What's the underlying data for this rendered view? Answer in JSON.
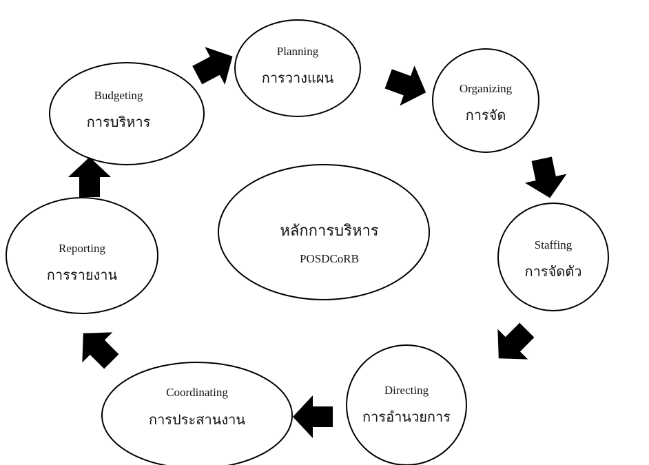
{
  "diagram": {
    "center": {
      "title_th": "หลักการบริหาร",
      "title_en": "POSDCoRB"
    },
    "nodes": [
      {
        "id": "planning",
        "en": "Planning",
        "th": "การวางแผน"
      },
      {
        "id": "organizing",
        "en": "Organizing",
        "th": "การจัด"
      },
      {
        "id": "staffing",
        "en": "Staffing",
        "th": "การจัดตัว"
      },
      {
        "id": "directing",
        "en": "Directing",
        "th": "การอำนวยการ"
      },
      {
        "id": "coordinating",
        "en": "Coordinating",
        "th": "การประสานงาน"
      },
      {
        "id": "reporting",
        "en": "Reporting",
        "th": "การรายงาน"
      },
      {
        "id": "budgeting",
        "en": "Budgeting",
        "th": "การบริหาร"
      }
    ],
    "flow": [
      "planning",
      "organizing",
      "staffing",
      "directing",
      "coordinating",
      "reporting",
      "budgeting",
      "planning"
    ],
    "colors": {
      "stroke": "#000000",
      "arrow": "#000000",
      "text": "#111111"
    }
  }
}
